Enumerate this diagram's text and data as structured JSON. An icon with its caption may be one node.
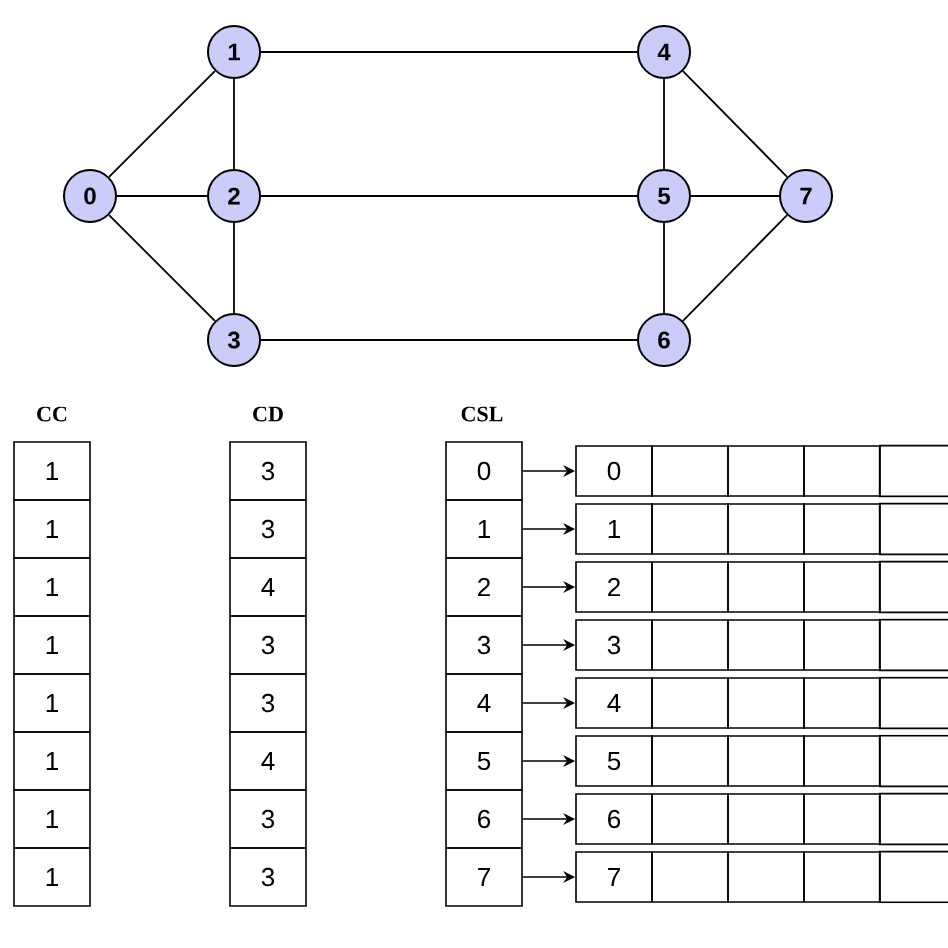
{
  "diagram": {
    "nodes": [
      {
        "text": [
          "0"
        ]
      },
      {
        "text": [
          "1"
        ]
      },
      {
        "text": [
          "2"
        ]
      },
      {
        "text": [
          "3"
        ]
      },
      {
        "text": [
          "4"
        ]
      },
      {
        "text": [
          "5"
        ]
      },
      {
        "text": [
          "6"
        ]
      },
      {
        "text": [
          "7"
        ]
      },
      {
        "text": [
          "1"
        ]
      },
      {
        "text": [
          "1"
        ]
      },
      {
        "text": [
          "1"
        ]
      },
      {
        "text": [
          "1"
        ]
      },
      {
        "text": [
          "1"
        ]
      },
      {
        "text": [
          "1"
        ]
      },
      {
        "text": [
          "1"
        ]
      },
      {
        "text": [
          "1"
        ]
      },
      {
        "text": [
          "3"
        ]
      },
      {
        "text": [
          "3"
        ]
      },
      {
        "text": [
          "4"
        ]
      },
      {
        "text": [
          "3"
        ]
      },
      {
        "text": [
          "3"
        ]
      },
      {
        "text": [
          "4"
        ]
      },
      {
        "text": [
          "3"
        ]
      },
      {
        "text": [
          "3"
        ]
      },
      {
        "text": [
          "0"
        ]
      },
      {
        "text": [
          "1"
        ]
      },
      {
        "text": [
          "2"
        ]
      },
      {
        "text": [
          "3"
        ]
      },
      {
        "text": [
          "4"
        ]
      },
      {
        "text": [
          "5"
        ]
      },
      {
        "text": [
          "6"
        ]
      },
      {
        "text": [
          "7"
        ]
      },
      {
        "text": [
          "0"
        ]
      },
      {
        "text": [],
        "shape": "box"
      },
      {
        "text": [],
        "shape": "box"
      },
      {
        "text": [],
        "shape": "box"
      },
      {
        "text": [],
        "shape": "box"
      },
      {
        "text": [
          "1"
        ]
      },
      {
        "text": [],
        "shape": "box"
      },
      {
        "text": [],
        "shape": "box"
      },
      {
        "text": [],
        "shape": "box"
      },
      {
        "text": [],
        "shape": "box"
      },
      {
        "text": [
          "2"
        ]
      },
      {
        "text": [],
        "shape": "box"
      },
      {
        "text": [],
        "shape": "box"
      },
      {
        "text": [],
        "shape": "box"
      },
      {
        "text": [],
        "shape": "box"
      },
      {
        "text": [
          "3"
        ]
      },
      {
        "text": [],
        "shape": "box"
      },
      {
        "text": [],
        "shape": "box"
      },
      {
        "text": [],
        "shape": "box"
      },
      {
        "text": [],
        "shape": "box"
      },
      {
        "text": [
          "4"
        ]
      },
      {
        "text": [],
        "shape": "box"
      },
      {
        "text": [],
        "shape": "box"
      },
      {
        "text": [],
        "shape": "box"
      },
      {
        "text": [],
        "shape": "box"
      },
      {
        "text": [
          "5"
        ]
      },
      {
        "text": [],
        "shape": "box"
      },
      {
        "text": [],
        "shape": "box"
      },
      {
        "text": [],
        "shape": "box"
      },
      {
        "text": [],
        "shape": "box"
      },
      {
        "text": [
          "6"
        ]
      },
      {
        "text": [],
        "shape": "box"
      },
      {
        "text": [],
        "shape": "box"
      },
      {
        "text": [],
        "shape": "box"
      },
      {
        "text": [],
        "shape": "box"
      },
      {
        "text": [
          "7"
        ]
      },
      {
        "text": [],
        "shape": "box"
      },
      {
        "text": [],
        "shape": "box"
      },
      {
        "text": [],
        "shape": "box"
      },
      {
        "text": [],
        "shape": "box"
      }
    ],
    "edges": [
      {
        "from": 0,
        "to": 1,
        "arrow": "none"
      },
      {
        "from": 0,
        "to": 2,
        "arrow": "none"
      },
      {
        "from": 0,
        "to": 3,
        "arrow": "none"
      },
      {
        "from": 1,
        "to": 2,
        "arrow": "none"
      },
      {
        "from": 2,
        "to": 3,
        "arrow": "none"
      },
      {
        "from": 1,
        "to": 4,
        "arrow": "none"
      },
      {
        "from": 2,
        "to": 5,
        "arrow": "none"
      },
      {
        "from": 3,
        "to": 6,
        "arrow": "none"
      },
      {
        "from": 4,
        "to": 5,
        "arrow": "none"
      },
      {
        "from": 5,
        "to": 6,
        "arrow": "none"
      },
      {
        "from": 4,
        "to": 7,
        "arrow": "none"
      },
      {
        "from": 5,
        "to": 7,
        "arrow": "none"
      },
      {
        "from": 6,
        "to": 7,
        "arrow": "none"
      },
      {
        "from": 24,
        "to": 32,
        "arrow": "to"
      },
      {
        "from": 25,
        "to": 37,
        "arrow": "to"
      },
      {
        "from": 26,
        "to": 42,
        "arrow": "to"
      },
      {
        "from": 27,
        "to": 47,
        "arrow": "to"
      },
      {
        "from": 28,
        "to": 52,
        "arrow": "to"
      },
      {
        "from": 29,
        "to": 57,
        "arrow": "to"
      },
      {
        "from": 30,
        "to": 62,
        "arrow": "to"
      },
      {
        "from": 31,
        "to": 67,
        "arrow": "to"
      }
    ],
    "labels": [
      "CC",
      "CD",
      "CSL"
    ]
  }
}
